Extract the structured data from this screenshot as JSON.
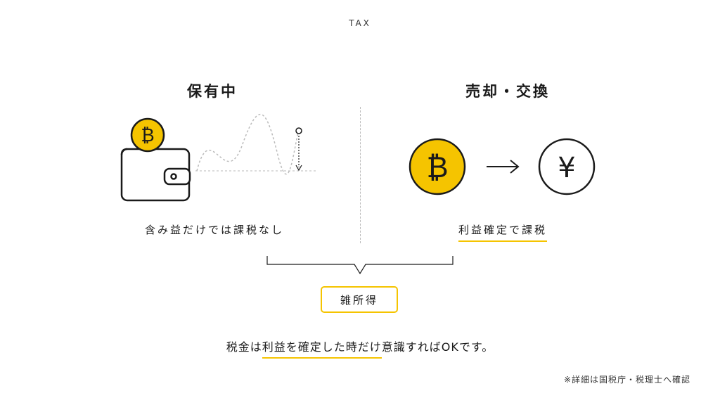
{
  "tag": "TAX",
  "left": {
    "heading": "保有中",
    "caption": "含み益だけでは課税なし",
    "coin_symbol": "₿"
  },
  "right": {
    "heading": "売却・交換",
    "caption": "利益確定で課税",
    "coin_symbol": "₿",
    "yen_symbol": "¥"
  },
  "result_label": "雑所得",
  "summary": {
    "before": "税金は",
    "highlight": "利益を確定した時だけ",
    "after": "意識すればOKです。"
  },
  "note": "※詳細は国税庁・税理士へ確認",
  "colors": {
    "accent": "#f5c400",
    "ink": "#1a1a1a",
    "dashed": "#bbbbbb"
  },
  "icons": [
    "wallet-icon",
    "bitcoin-coin-icon",
    "price-line-icon",
    "arrow-right-icon",
    "yen-coin-icon",
    "bracket-icon"
  ]
}
